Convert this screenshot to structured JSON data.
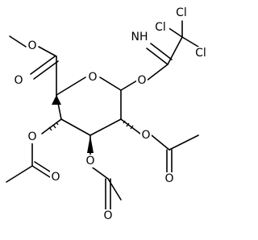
{
  "molecule": {
    "atoms": {
      "o_ester_methyl": "O",
      "o_ester_carbonyl": "O",
      "o_ring": "O",
      "o_anomeric": "O",
      "n_imine": "NH",
      "cl_1": "Cl",
      "cl_2": "Cl",
      "cl_3": "Cl",
      "o_c2": "O",
      "o_c2_carbonyl": "O",
      "o_c3": "O",
      "o_c3_carbonyl": "O",
      "o_c4": "O",
      "o_c4_carbonyl": "O"
    }
  }
}
